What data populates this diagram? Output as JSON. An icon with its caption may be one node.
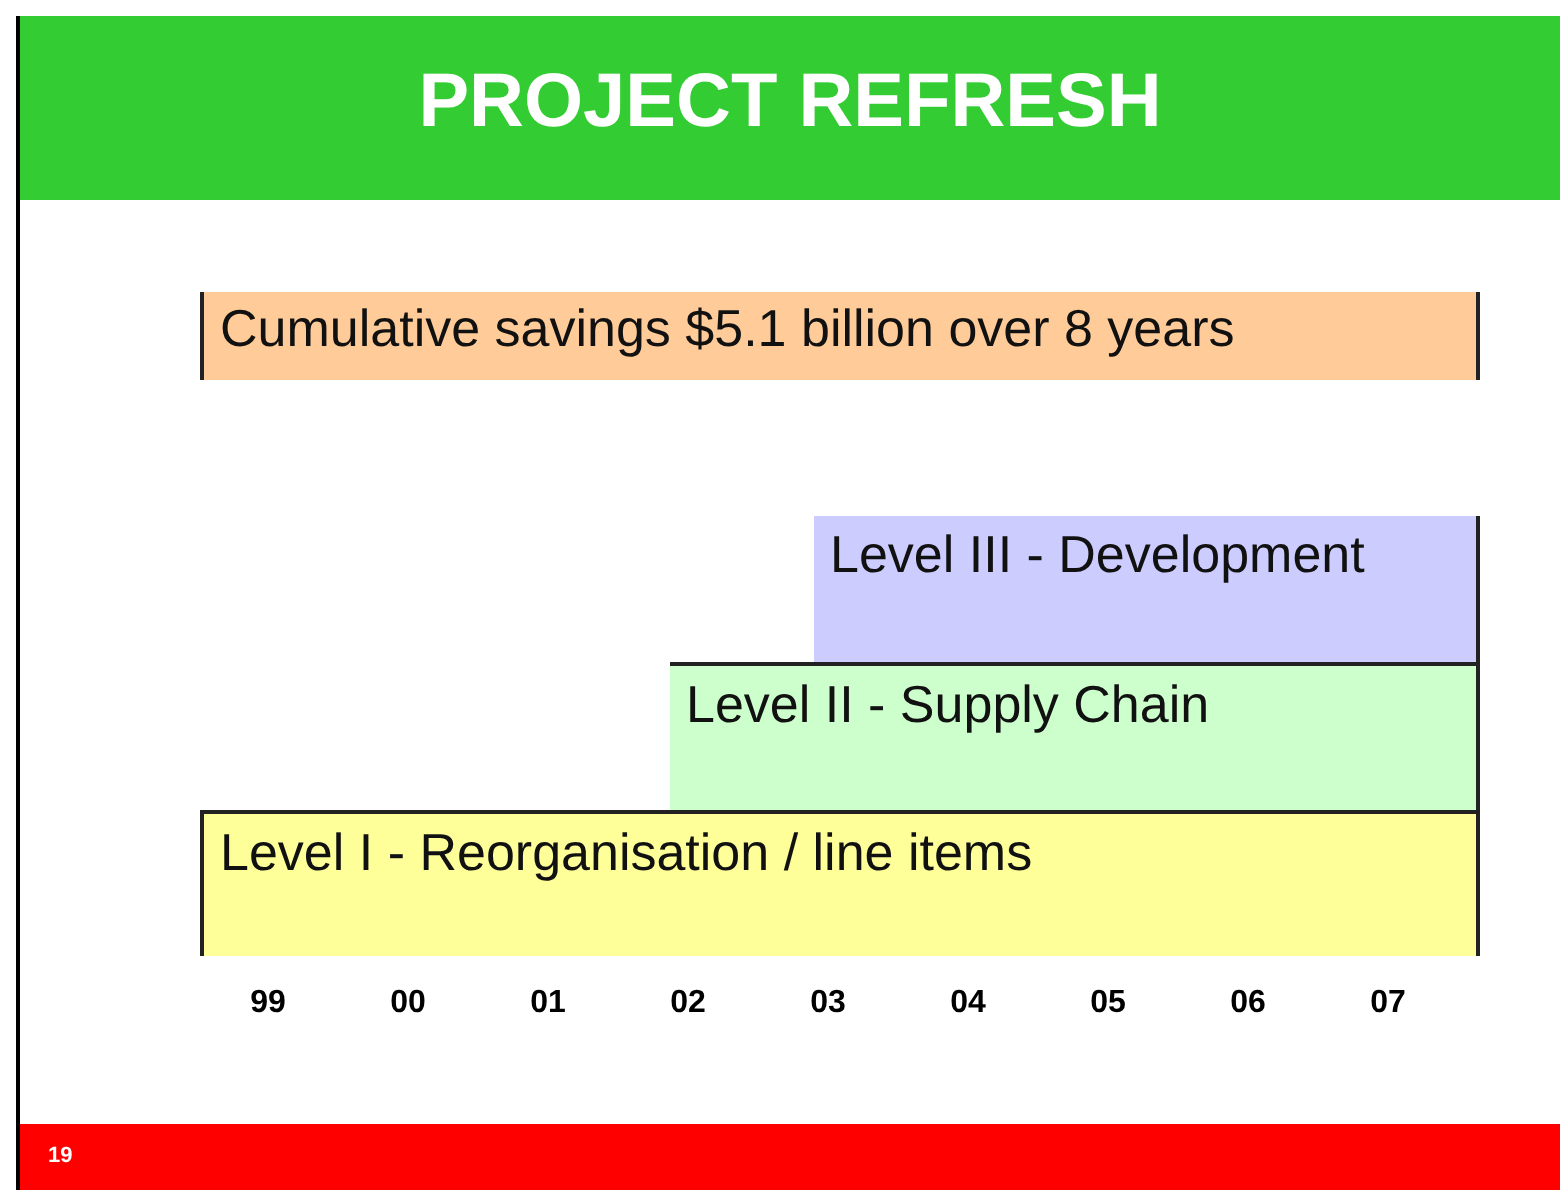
{
  "diagram": {
    "title": "PROJECT REFRESH",
    "nodes": [
      {
        "text": [
          "Cumulative savings $5.1 billion over 8 years"
        ]
      },
      {
        "text": [
          "Level III - Development"
        ]
      },
      {
        "text": [
          "Level II - Supply Chain"
        ]
      },
      {
        "text": [
          "Level I - Reorganisation / line items"
        ]
      }
    ],
    "labels": [
      "99",
      "00",
      "01",
      "02",
      "03",
      "04",
      "05",
      "06",
      "07",
      "19"
    ]
  }
}
